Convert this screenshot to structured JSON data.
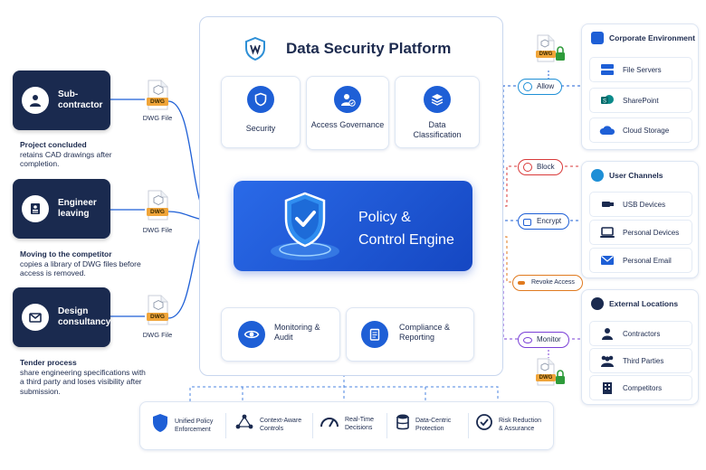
{
  "actors": [
    {
      "label": "Sub-\ncontractor",
      "icon": "person-icon",
      "scenario": "Project concluded",
      "description": "retains CAD drawings after completion."
    },
    {
      "label": "Engineer leaving",
      "icon": "id-badge-icon",
      "scenario": "Moving to the competitor",
      "description": "copies a library of DWG files before access is removed."
    },
    {
      "label": "Design consultancy",
      "icon": "envelope-icon",
      "scenario": "Tender process",
      "description": "share engineering specifications with a third party and loses visibility after submission."
    }
  ],
  "file_label": "DWG File",
  "file_badge": "DWG",
  "platform": {
    "title": "Data Security Platform",
    "logo": "shield-w-logo",
    "top_cards": [
      {
        "label": "Security",
        "icon": "shield-icon"
      },
      {
        "label": "Access Governance",
        "icon": "user-check-icon"
      },
      {
        "label": "Data Classification",
        "icon": "layers-icon"
      }
    ],
    "engine": {
      "line1": "Policy &",
      "line2": "Control Engine",
      "icon": "shield-check-icon"
    },
    "bottom_cards": [
      {
        "label": "Monitoring & Audit",
        "icon": "eye-icon"
      },
      {
        "label": "Compliance & Reporting",
        "icon": "clipboard-icon"
      }
    ]
  },
  "actions": [
    {
      "label": "Allow",
      "icon": "check-circle-icon",
      "color": "#1e8fd6"
    },
    {
      "label": "Block",
      "icon": "block-icon",
      "color": "#d93a3a"
    },
    {
      "label": "Encrypt",
      "icon": "lock-icon",
      "color": "#1e5fd6"
    },
    {
      "label": "Revoke Access",
      "icon": "key-icon",
      "color": "#e07a1f"
    },
    {
      "label": "Monitor",
      "icon": "eye-icon",
      "color": "#7a3fd6"
    }
  ],
  "destinations": [
    {
      "title": "Corporate Environment",
      "icon": "building-icon",
      "items": [
        {
          "label": "File Servers",
          "icon": "server-icon"
        },
        {
          "label": "SharePoint",
          "icon": "sharepoint-icon"
        },
        {
          "label": "Cloud Storage",
          "icon": "cloud-icon"
        }
      ]
    },
    {
      "title": "User Channels",
      "icon": "users-icon",
      "items": [
        {
          "label": "USB Devices",
          "icon": "usb-icon"
        },
        {
          "label": "Personal Devices",
          "icon": "laptop-icon"
        },
        {
          "label": "Personal Email",
          "icon": "mail-icon"
        }
      ]
    },
    {
      "title": "External Locations",
      "icon": "globe-icon",
      "items": [
        {
          "label": "Contractors",
          "icon": "person-icon"
        },
        {
          "label": "Third Parties",
          "icon": "group-icon"
        },
        {
          "label": "Competitors",
          "icon": "office-icon"
        }
      ]
    }
  ],
  "footer": [
    {
      "label": "Unified Policy\nEnforcement",
      "icon": "shield-icon"
    },
    {
      "label": "Context-Aware\nControls",
      "icon": "network-icon"
    },
    {
      "label": "Real-Time\nDecisions",
      "icon": "gauge-icon"
    },
    {
      "label": "Data-Centric\nProtection",
      "icon": "database-icon"
    },
    {
      "label": "Risk Reduction\n& Assurance",
      "icon": "check-circle-icon"
    }
  ],
  "colors": {
    "primary": "#1e5fd6",
    "navy": "#1a2a4f",
    "lock": "#2e9b3a",
    "file": "#f0a53a"
  }
}
